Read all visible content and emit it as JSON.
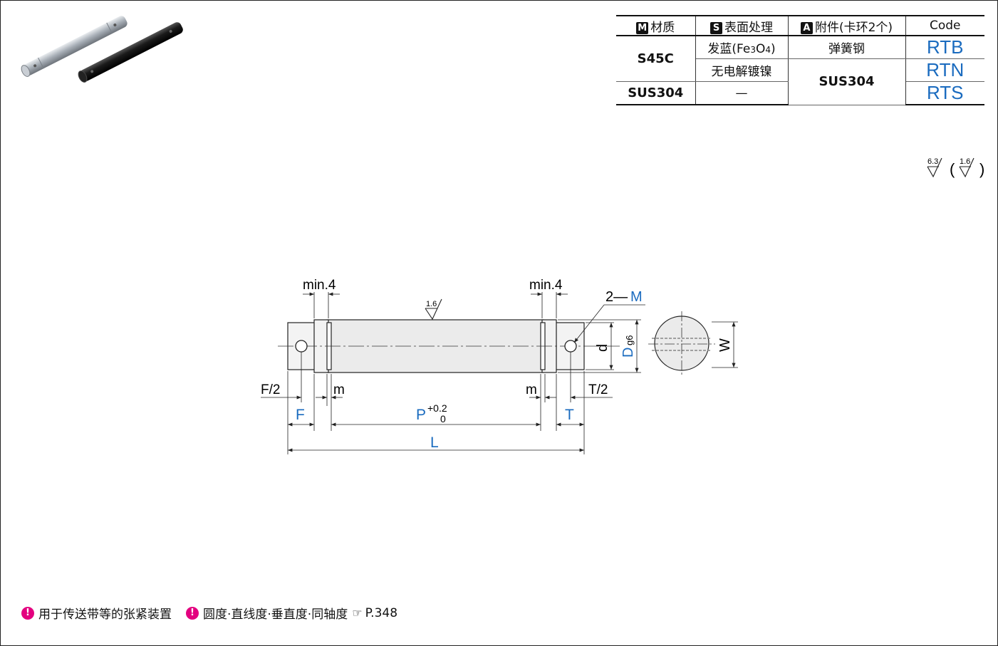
{
  "table": {
    "headers": {
      "material_badge": "M",
      "material": "材质",
      "surface_badge": "S",
      "surface": "表面处理",
      "accessory_badge": "A",
      "accessory": "附件(卡环2个)",
      "code": "Code"
    },
    "rows": [
      {
        "material": "S45C",
        "surface_main": "发蓝(Fe",
        "surface_sub1": "3",
        "surface_mid": "O",
        "surface_sub2": "4",
        "surface_end": ")",
        "accessory": "弹簧钢",
        "code": "RTB"
      },
      {
        "surface": "无电解镀镍",
        "accessory": "SUS304",
        "code": "RTN"
      },
      {
        "material": "SUS304",
        "surface": "—",
        "code": "RTS"
      }
    ]
  },
  "roughness": {
    "general": "6.3",
    "specified": "1.6"
  },
  "drawing": {
    "min_left": "min.4",
    "min_right": "min.4",
    "roughness_mark": "1.6",
    "hole_label_prefix": "2—",
    "hole_label": "M",
    "dim_d": "d",
    "dim_D": "D",
    "dim_D_tol": "g6",
    "dim_W": "W",
    "dim_F_half": "F/2",
    "dim_F": "F",
    "dim_m_left": "m",
    "dim_m_right": "m",
    "dim_P": "P",
    "dim_P_upper": "+0.2",
    "dim_P_lower": "0",
    "dim_T": "T",
    "dim_T_half": "T/2",
    "dim_L": "L",
    "accent_color": "#1a6bbf"
  },
  "footer": {
    "note1_icon": "!",
    "note1": "用于传送带等的张紧装置",
    "note2_icon": "!",
    "note2": "圆度·直线度·垂直度·同轴度",
    "hand_icon": "☞",
    "page_ref": "P.348"
  }
}
